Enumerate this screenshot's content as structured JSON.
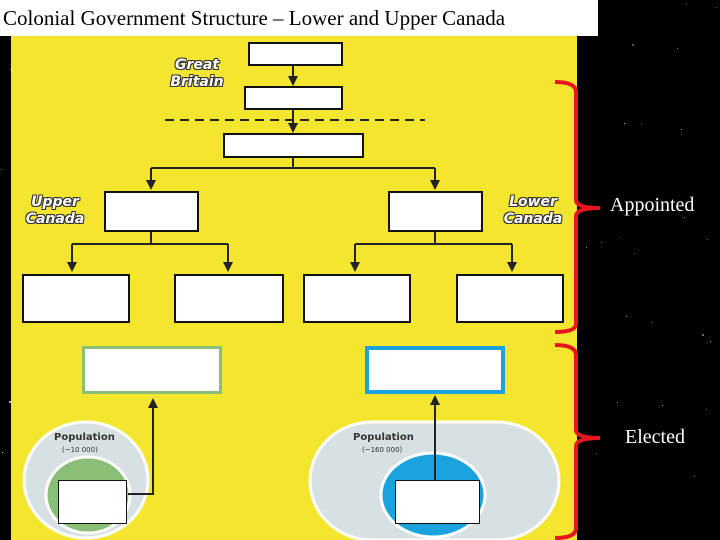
{
  "title": "Colonial Government Structure – Lower and Upper Canada",
  "labels": {
    "great_britain": "Great Britain",
    "upper_canada": "Upper Canada",
    "lower_canada": "Lower Canada",
    "appointed": "Appointed",
    "elected": "Elected"
  },
  "population": {
    "label": "Population",
    "upper": "(~10 000)",
    "lower": "(~160 000)"
  },
  "colors": {
    "background": "#000000",
    "panel": "#f4e62f",
    "bracket": "#e8141e",
    "upper_canada": "#8bbf78",
    "lower_canada": "#1ba3e0",
    "population_oval": "#d7e0e2"
  }
}
